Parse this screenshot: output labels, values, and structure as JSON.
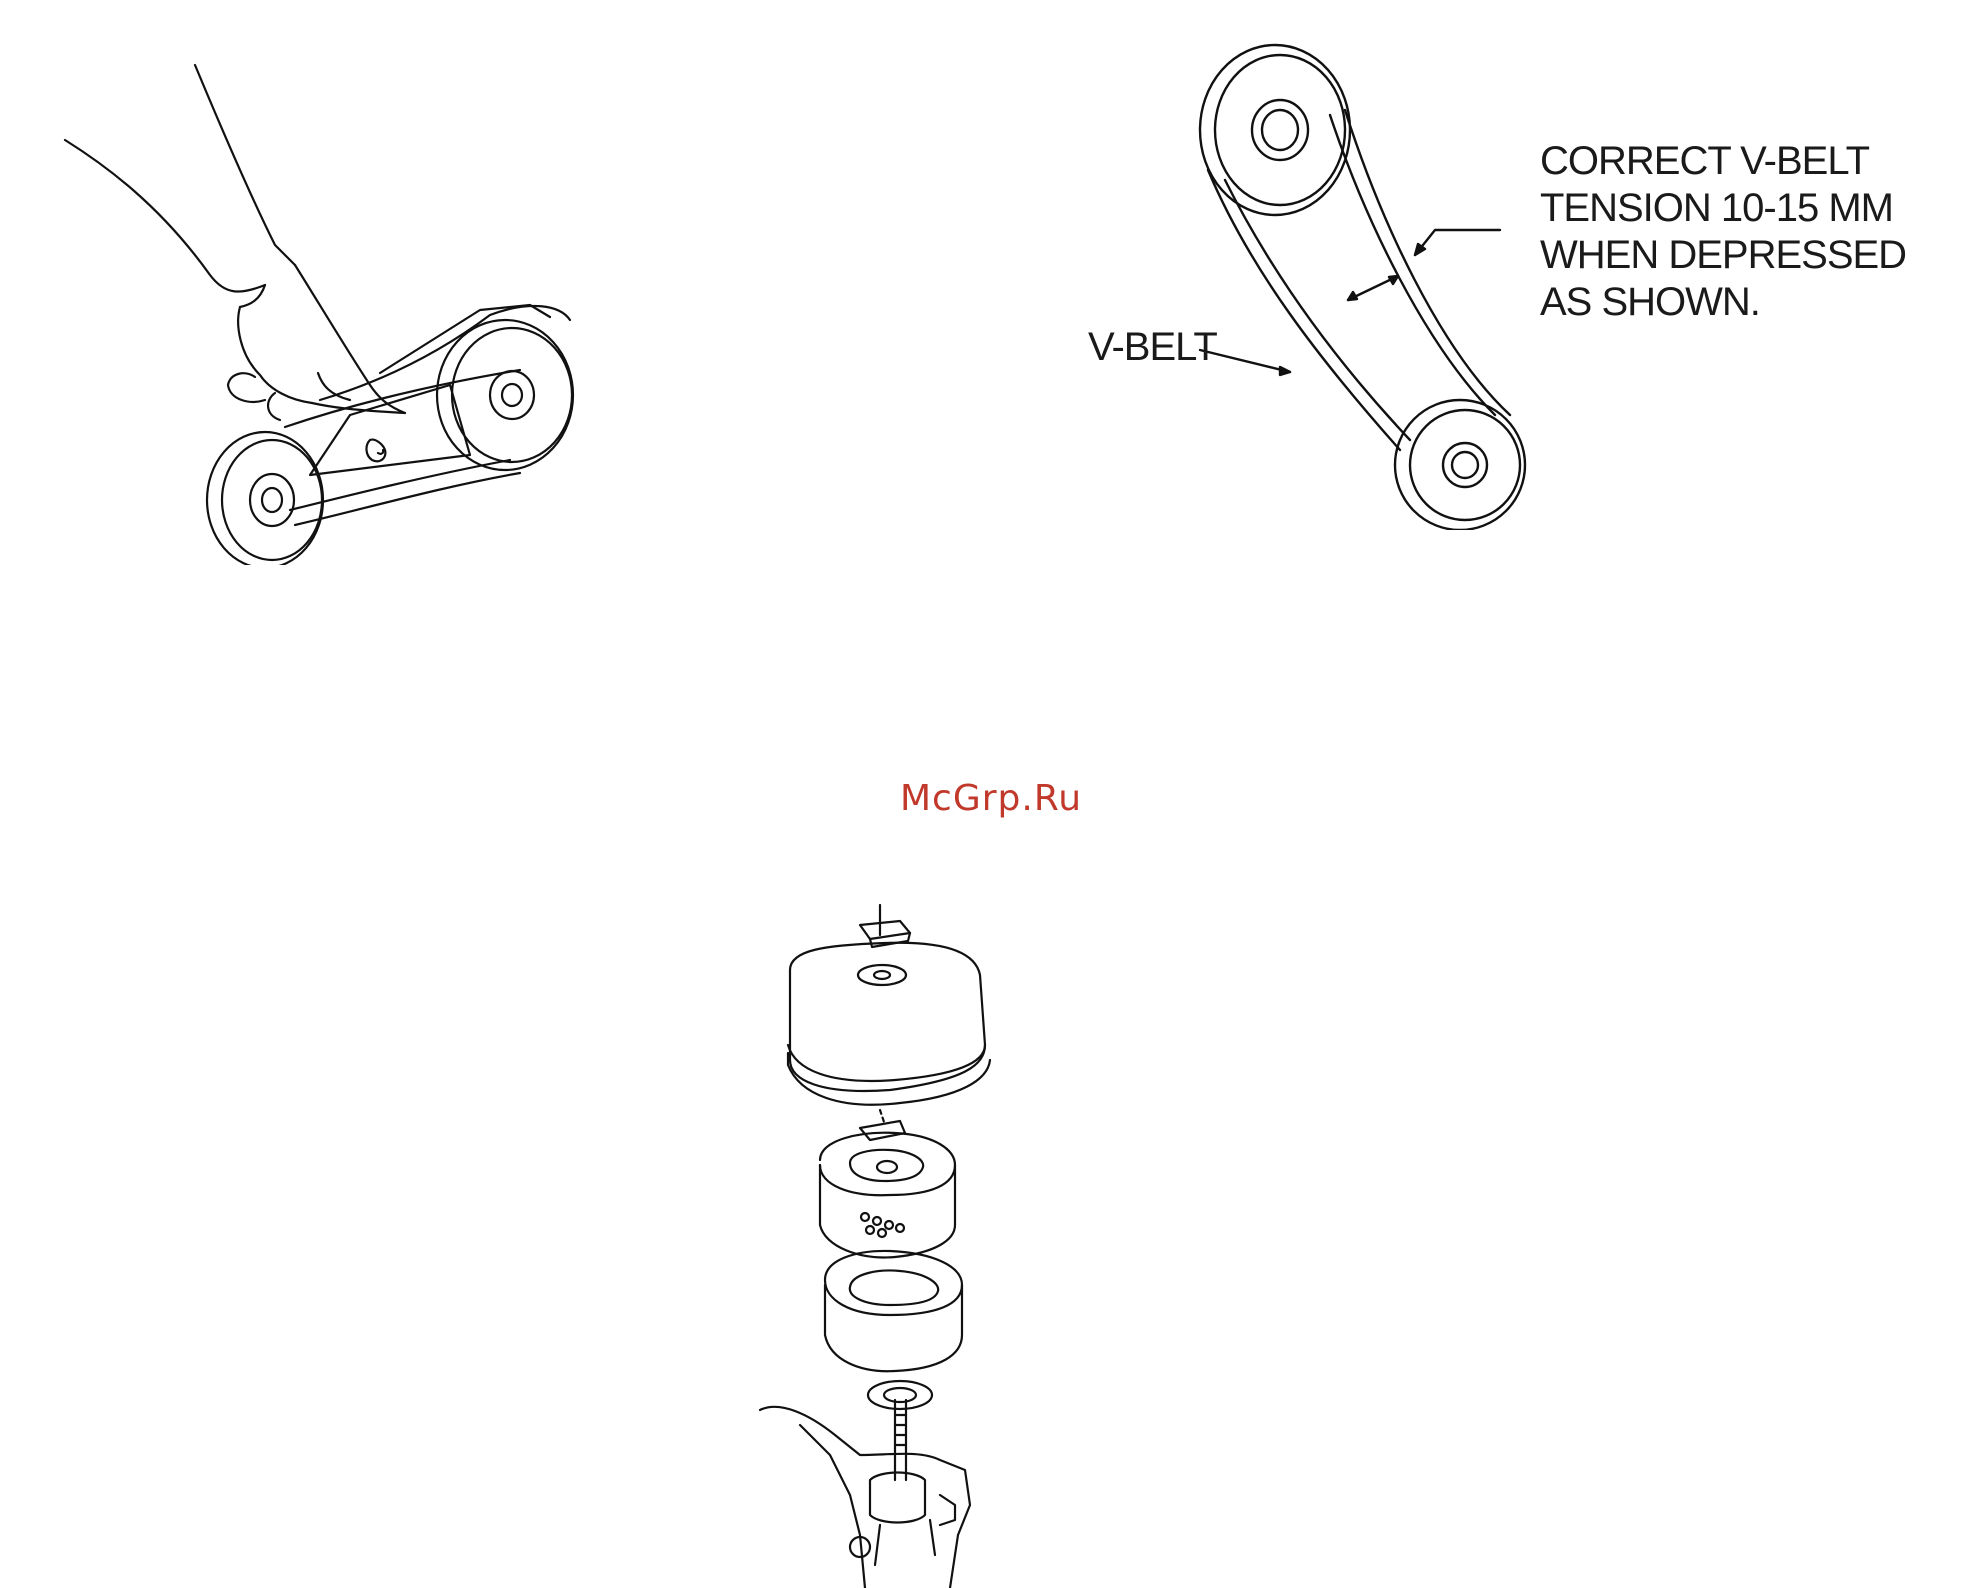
{
  "figure_top_right": {
    "tension_note": [
      "CORRECT V-BELT",
      "TENSION 10-15 MM",
      "WHEN DEPRESSED",
      "AS SHOWN."
    ],
    "belt_label": "V-BELT"
  },
  "watermark": "McGrp.Ru",
  "colors": {
    "line": "#111111",
    "watermark": "#c0392b"
  }
}
